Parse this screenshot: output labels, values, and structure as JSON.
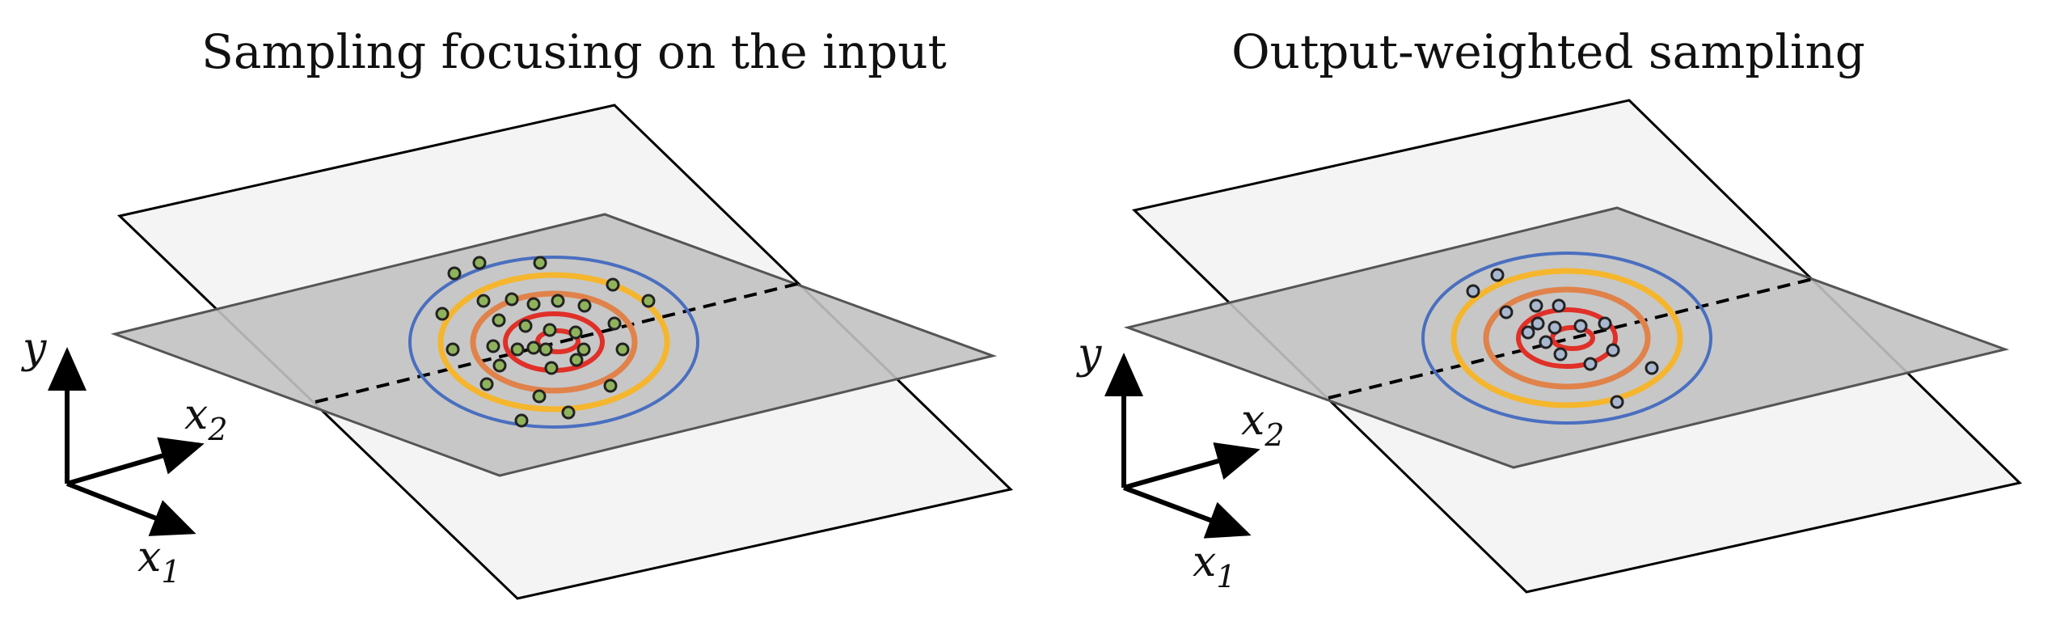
{
  "panels": [
    {
      "title": "Sampling focusing on the input",
      "point_color": "#8fb35c"
    },
    {
      "title": "Output-weighted sampling",
      "point_color": "#a9b7cf"
    }
  ],
  "axes": {
    "y": "y",
    "x2": "x",
    "x2_sub": "2",
    "x1": "x",
    "x1_sub": "1"
  },
  "colors": {
    "contour_outer": "#4a6fc0",
    "contour_second": "#f5b62e",
    "contour_third": "#e0824a",
    "contour_inner": "#e03028",
    "plane_upper": "#f4f4f4",
    "plane_lower": "#c2c2c2"
  }
}
